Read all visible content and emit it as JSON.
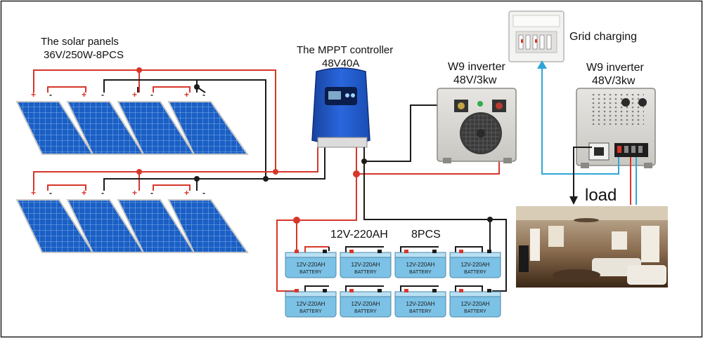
{
  "solar": {
    "title": "The solar panels",
    "spec": "36V/250W-8PCS"
  },
  "controller": {
    "title": "The MPPT controller",
    "spec": "48V40A"
  },
  "inverter_left": {
    "title": "W9 inverter",
    "spec": "48V/3kw"
  },
  "inverter_right": {
    "title": "W9 inverter",
    "spec": "48V/3kw"
  },
  "grid": {
    "label": "Grid charging"
  },
  "load": {
    "label": "load"
  },
  "battery_bank": {
    "label": "12V-220AH",
    "count": "8PCS"
  },
  "battery": {
    "top": "12V-220AH",
    "bottom": "BATTERY"
  },
  "polarity": {
    "plus": "+",
    "minus": "-"
  },
  "colors": {
    "positive_wire": "#d7362b",
    "negative_wire": "#1b1b1b",
    "ac_wire": "#2ea6d8",
    "controller_body": "#1f54c7",
    "panel_cell": "#1a5fc5",
    "battery_body": "#7cc2e6"
  }
}
